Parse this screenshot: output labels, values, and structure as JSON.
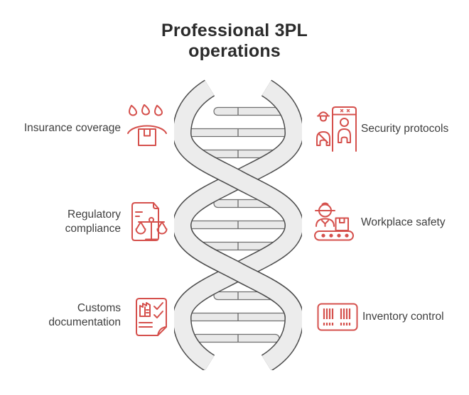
{
  "title": {
    "text": "Professional 3PL\noperations"
  },
  "items": {
    "left": [
      {
        "label": "Insurance coverage",
        "icon": "insurance-coverage-icon"
      },
      {
        "label": "Regulatory\ncompliance",
        "icon": "regulatory-compliance-icon"
      },
      {
        "label": "Customs\ndocumentation",
        "icon": "customs-documentation-icon"
      }
    ],
    "right": [
      {
        "label": "Security protocols",
        "icon": "security-protocols-icon"
      },
      {
        "label": "Workplace safety",
        "icon": "workplace-safety-icon"
      },
      {
        "label": "Inventory control",
        "icon": "inventory-control-icon"
      }
    ]
  },
  "graphic": {
    "name": "dna-double-helix",
    "rungs_per_section": 3,
    "sections": 3
  },
  "colors": {
    "accent": "#d5504c",
    "text-color": "#3f3f3f",
    "title-color": "#2b2b2b",
    "helix-fill": "#ececec",
    "helix-outline": "#4c4c4c",
    "rung-fill": "#e9e9e9",
    "rung-stroke": "#6f6f6f"
  }
}
